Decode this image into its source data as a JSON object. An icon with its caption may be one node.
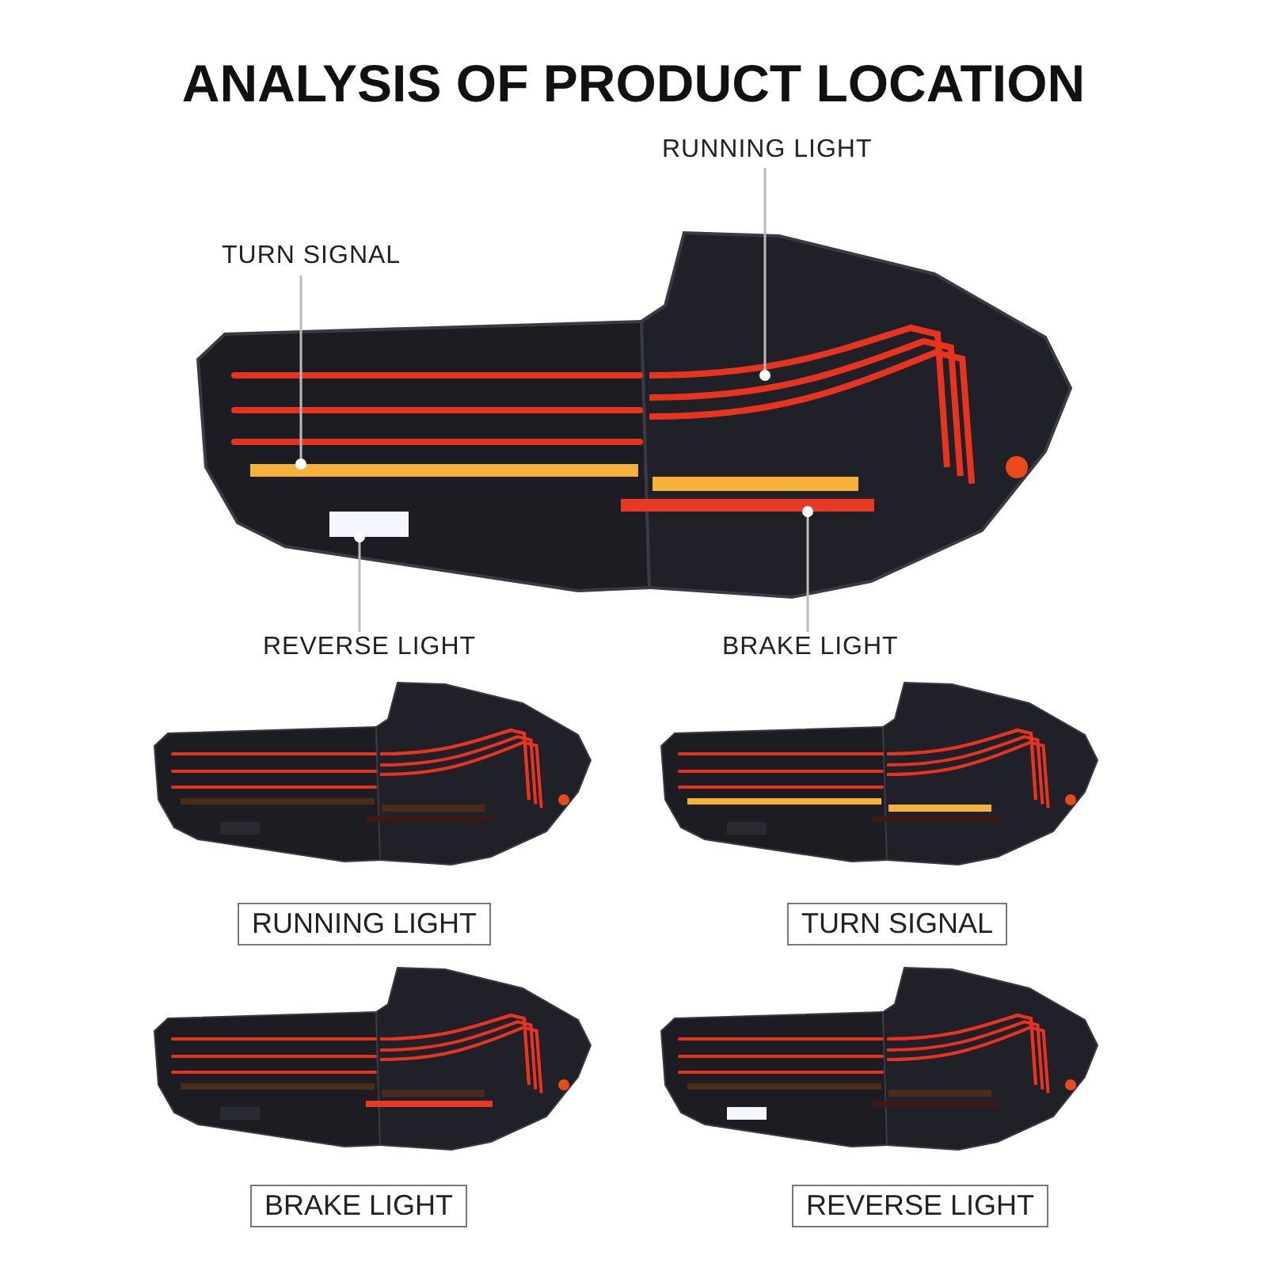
{
  "diagram": {
    "title": "ANALYSIS OF PRODUCT LOCATION",
    "nodes": [
      {
        "text": [
          "RUNNING LIGHT"
        ]
      },
      {
        "text": [
          "TURN SIGNAL"
        ]
      },
      {
        "text": [
          "REVERSE LIGHT"
        ]
      },
      {
        "text": [
          "BRAKE LIGHT"
        ]
      },
      {
        "text": [],
        "shape": "bar"
      },
      {
        "text": [],
        "shape": "bar"
      },
      {
        "text": [],
        "shape": "bar"
      },
      {
        "text": [],
        "shape": "bar"
      },
      {
        "text": [
          "RUNNING LIGHT"
        ]
      },
      {
        "text": [
          "TURN SIGNAL"
        ]
      },
      {
        "text": [
          "BRAKE LIGHT"
        ]
      },
      {
        "text": [
          "REVERSE LIGHT"
        ]
      }
    ],
    "edges": [
      {
        "from": 0,
        "to": 4,
        "arrow": "other"
      },
      {
        "from": 1,
        "to": 5,
        "arrow": "other"
      },
      {
        "from": 2,
        "to": 6,
        "arrow": "other"
      },
      {
        "from": 3,
        "to": 7,
        "arrow": "other"
      }
    ]
  }
}
